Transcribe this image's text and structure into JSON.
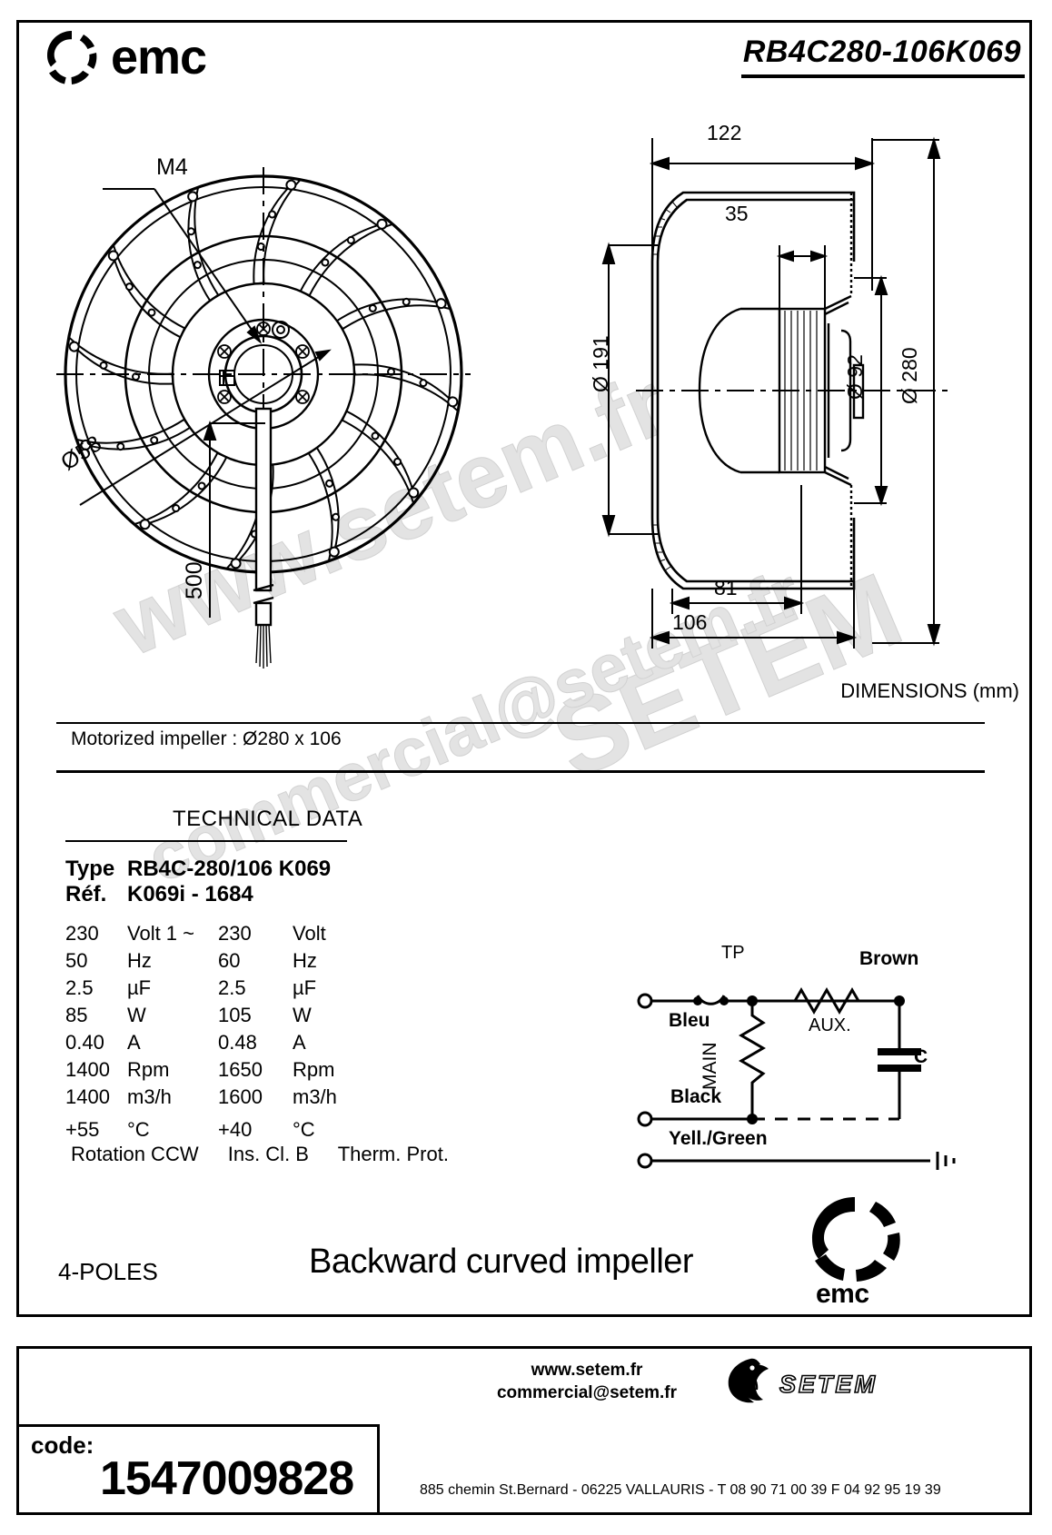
{
  "header": {
    "brand": "emc",
    "model": "RB4C280-106K069"
  },
  "drawing": {
    "front_view": {
      "label_m4": "M4",
      "label_d58": "Ø58",
      "label_cable": "500"
    },
    "section_view": {
      "dim_122": "122",
      "dim_35": "35",
      "dim_d191": "Ø 191",
      "dim_d92": "Ø 92",
      "dim_d280": "Ø 280",
      "dim_81": "81",
      "dim_106": "106"
    },
    "dimensions_note": "DIMENSIONS (mm)",
    "motorized_impeller": "Motorized impeller : Ø280 x 106"
  },
  "technical_data": {
    "title": "TECHNICAL DATA",
    "type_key": "Type",
    "type_value": "RB4C-280/106 K069",
    "ref_key": "Réf.",
    "ref_value": "K069i - 1684",
    "rows": [
      {
        "v1": "230",
        "u1": "Volt  1 ~",
        "v2": "230",
        "u2": "Volt"
      },
      {
        "v1": "50",
        "u1": "Hz",
        "v2": "60",
        "u2": "Hz"
      },
      {
        "v1": "2.5",
        "u1": "µF",
        "v2": "2.5",
        "u2": "µF"
      },
      {
        "v1": "85",
        "u1": "W",
        "v2": "105",
        "u2": "W"
      },
      {
        "v1": "0.40",
        "u1": "A",
        "v2": "0.48",
        "u2": "A"
      },
      {
        "v1": "1400",
        "u1": "Rpm",
        "v2": "1650",
        "u2": "Rpm"
      },
      {
        "v1": "1400",
        "u1": "m3/h",
        "v2": "1600",
        "u2": "m3/h"
      },
      {
        "v1": "+55",
        "u1": "°C",
        "v2": "+40",
        "u2": "°C"
      }
    ],
    "rotation": "Rotation CCW",
    "insulation": "Ins. Cl. B",
    "protection": "Therm. Prot."
  },
  "wiring": {
    "tp": "TP",
    "blue": "Bleu",
    "black": "Black",
    "brown": "Brown",
    "main": "MAIN",
    "aux": "AUX.",
    "capacitor": "C",
    "earth": "Yell./Green"
  },
  "footer": {
    "poles": "4-POLES",
    "product": "Backward curved impeller",
    "brand": "emc",
    "code_label": "code:",
    "code_value": "1547009828",
    "website": "www.setem.fr",
    "email": "commercial@setem.fr",
    "distributor": "SETEM",
    "address": "885 chemin St.Bernard  -  06225 VALLAURIS  -  T 08 90 71 00 39   F 04 92 95 19 39"
  },
  "watermark": {
    "line1": "www.setem.fr",
    "line2": "SETEM",
    "line3": "commercial@setem.fr"
  }
}
